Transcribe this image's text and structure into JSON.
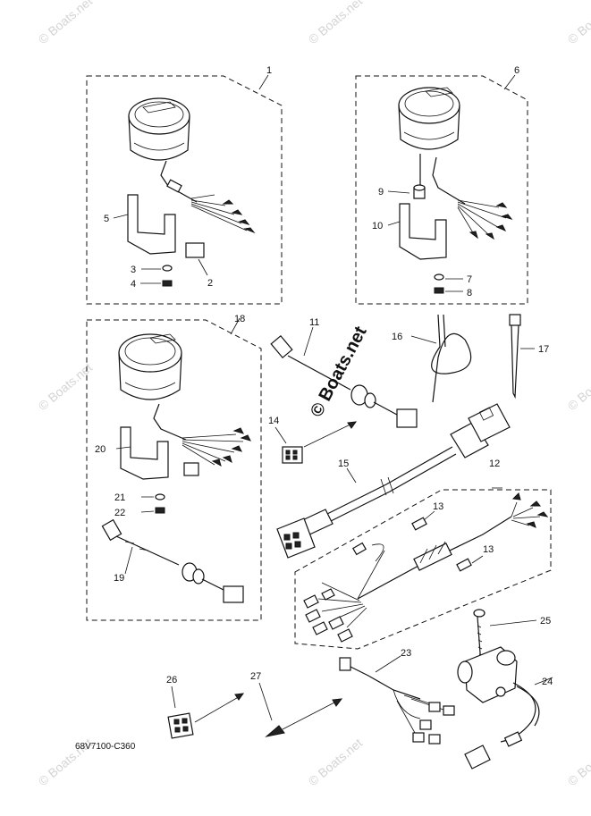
{
  "diagram_code": "68V7100-C360",
  "watermarks": {
    "corner": "© Boats.net",
    "center": "© Boats.net"
  },
  "part_labels": {
    "p1": "1",
    "p2": "2",
    "p3": "3",
    "p4": "4",
    "p5": "5",
    "p6": "6",
    "p7": "7",
    "p8": "8",
    "p9": "9",
    "p10": "10",
    "p11": "11",
    "p12": "12",
    "p13a": "13",
    "p13b": "13",
    "p14": "14",
    "p15": "15",
    "p16": "16",
    "p17": "17",
    "p18": "18",
    "p19": "19",
    "p20": "20",
    "p21": "21",
    "p22": "22",
    "p23": "23",
    "p24": "24",
    "p25": "25",
    "p26": "26",
    "p27": "27"
  },
  "icons": [
    "gauge-icon",
    "bracket-icon",
    "connector-icon",
    "cable-icon",
    "tie-wrap-icon",
    "sensor-icon",
    "tube-icon"
  ]
}
